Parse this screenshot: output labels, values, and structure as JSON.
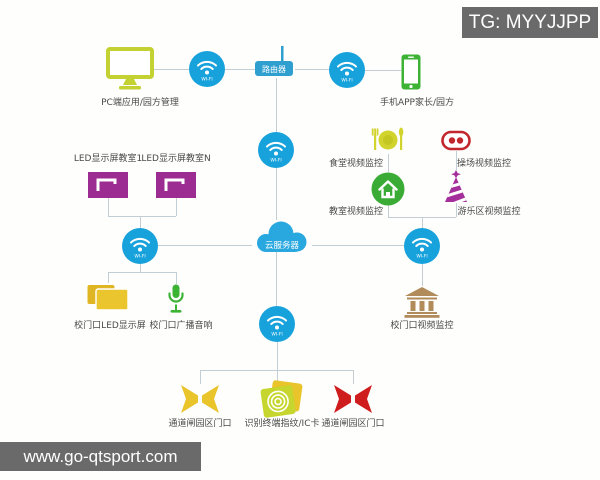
{
  "badges": {
    "tg": "TG: MYYJJPP",
    "watermark": "www.go-qtsport.com"
  },
  "wifi_label": "WI-FI",
  "nodes": {
    "pc": "PC端应用/园方管理",
    "router": "路由器",
    "phone": "手机APP家长/园方",
    "led_room_1": "LED显示屏教室1",
    "led_room_n": "LED显示屏教室N",
    "cloud": "云服务器",
    "canteen_cam": "食堂视频监控",
    "playground_cam": "操场视频监控",
    "classroom_cam": "教室视频监控",
    "playarea_cam": "游乐区视频监控",
    "gate_led": "校门口LED显示屏",
    "gate_speaker": "校门口广播音响",
    "gate_cam": "校门口视频监控",
    "channel_gate_left": "通道闸园区门口",
    "id_terminal": "识别终端指纹/IC卡",
    "channel_gate_right": "通道闸园区门口"
  },
  "colors": {
    "wifi_blue": "#18a2dc",
    "cloud_blue": "#29a8e0",
    "router_blue": "#2f9fd0",
    "pc_yellowgreen": "#c3d232",
    "phone_green": "#3cb335",
    "led_purple": "#9c2c91",
    "canteen_yellow": "#d2d32c",
    "goggles_red": "#c1272d",
    "house_green": "#3aab35",
    "hat_purple": "#a42f9b",
    "folder_yellow": "#e9c42b",
    "mic_green": "#3cb335",
    "bank_tan": "#b18c5a",
    "gate_yellow": "#e9c42b",
    "gate_red": "#cf1d1d",
    "card_yellowgreen": "#c6d62e",
    "line_gray": "#c2cdd4",
    "badge_gray": "#6a6a6a",
    "label_text": "#4a4a4a"
  }
}
